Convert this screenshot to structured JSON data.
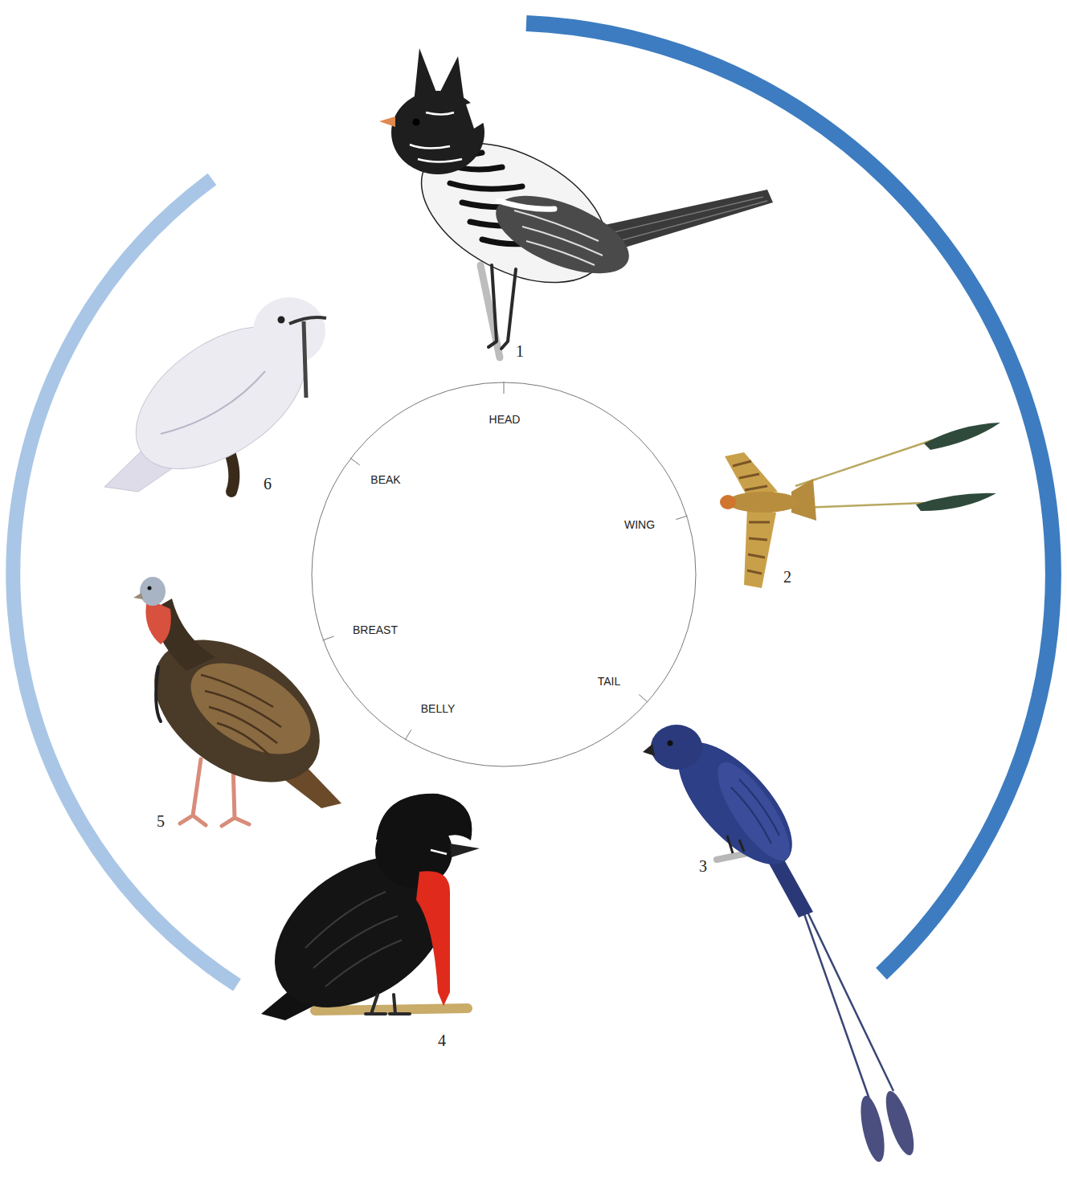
{
  "diagram": {
    "nodes": [
      {
        "text": [
          "HEAD",
          "BEAK",
          "WING",
          "BREAST",
          "TAIL",
          "BELLY"
        ]
      }
    ],
    "labels": [
      "1",
      "2",
      "3",
      "4",
      "5",
      "6"
    ]
  }
}
